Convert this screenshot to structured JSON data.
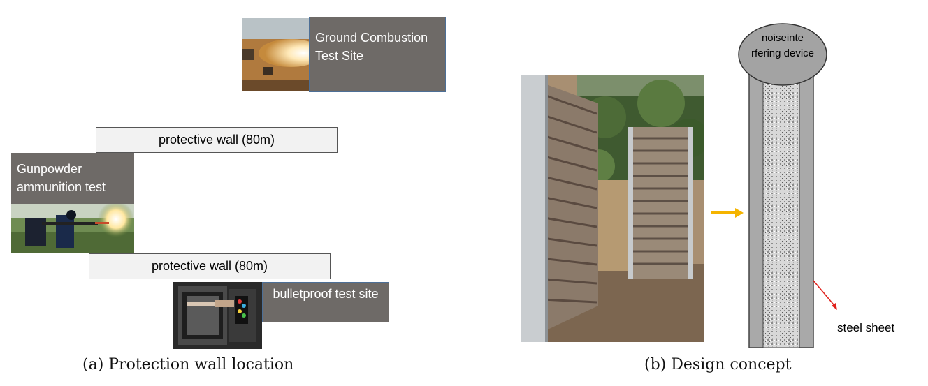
{
  "panel_a": {
    "ground_site_label": "Ground Combustion Test Site",
    "wall_top_label": "protective wall (80m)",
    "gunpowder_label": "Gunpowder ammunition test",
    "wall_bottom_label": "protective wall (80m)",
    "bulletproof_label": "bulletproof test site",
    "caption": "(a) Protection wall location"
  },
  "panel_b": {
    "device_label": "noiseinte rfering device",
    "steel_sheet_label": "steel sheet",
    "caption": "(b) Design concept"
  },
  "colors": {
    "label_gray": "#6e6a67",
    "arrow_orange": "#f5b400",
    "pointer_red": "#e0201b",
    "device_gray": "#a3a3a3"
  }
}
